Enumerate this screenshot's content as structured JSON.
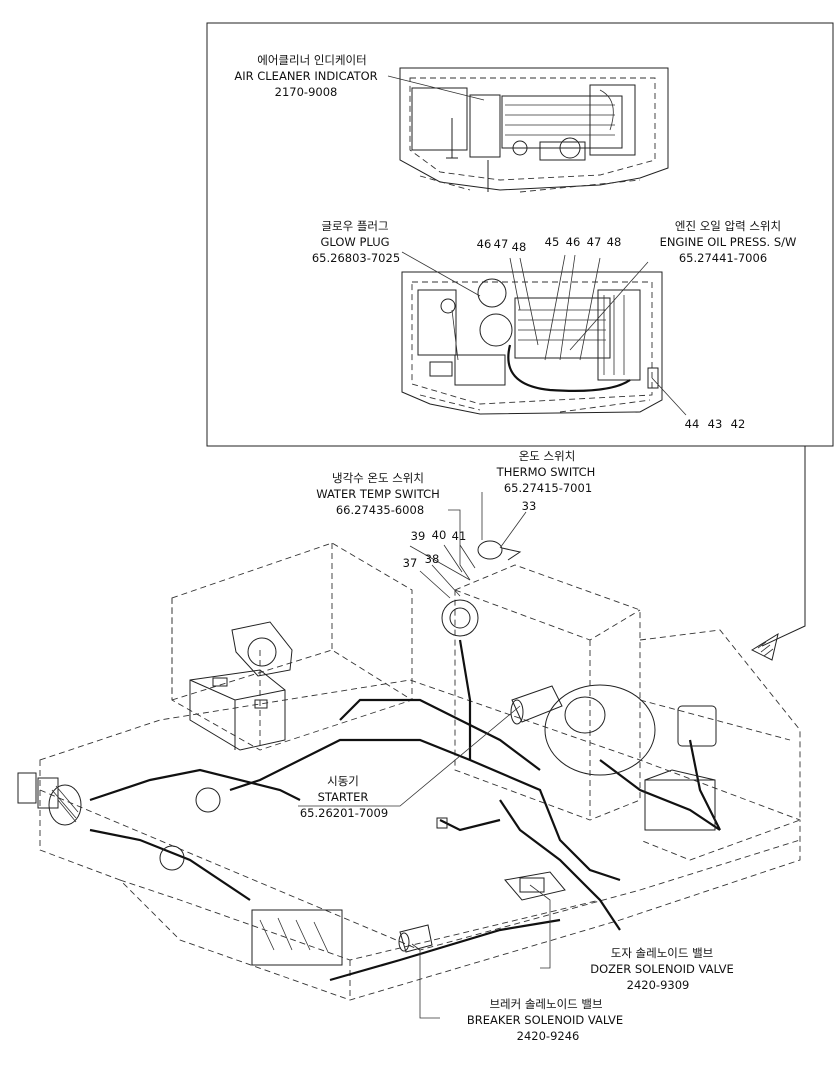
{
  "callouts": {
    "air_cleaner_indicator": {
      "kr": "에어클리너 인디케이터",
      "en": "AIR CLEANER INDICATOR",
      "part": "2170-9008"
    },
    "glow_plug": {
      "kr": "글로우 플러그",
      "en": "GLOW PLUG",
      "part": "65.26803-7025"
    },
    "engine_oil_press": {
      "kr": "엔진 오일 압력 스위치",
      "en": "ENGINE OIL PRESS. S/W",
      "part": "65.27441-7006"
    },
    "water_temp_switch": {
      "kr": "냉각수 온도 스위치",
      "en": "WATER TEMP SWITCH",
      "part": "66.27435-6008"
    },
    "thermo_switch": {
      "kr": "온도 스위치",
      "en": "THERMO SWITCH",
      "part": "65.27415-7001"
    },
    "starter": {
      "kr": "시동기",
      "en": "STARTER",
      "part": "65.26201-7009"
    },
    "dozer_solenoid": {
      "kr": "도자 솔레노이드 밸브",
      "en": "DOZER SOLENOID VALVE",
      "part": "2420-9309"
    },
    "breaker_solenoid": {
      "kr": "브레커 솔레노이드 밸브",
      "en": "BREAKER SOLENOID VALVE",
      "part": "2420-9246"
    }
  },
  "numbers": {
    "n46a": "46",
    "n47a": "47",
    "n48a": "48",
    "n45": "45",
    "n46b": "46",
    "n47b": "47",
    "n48b": "48",
    "n44": "44",
    "n43": "43",
    "n42": "42",
    "n33": "33",
    "n39": "39",
    "n40": "40",
    "n41": "41",
    "n37": "37",
    "n38": "38"
  }
}
